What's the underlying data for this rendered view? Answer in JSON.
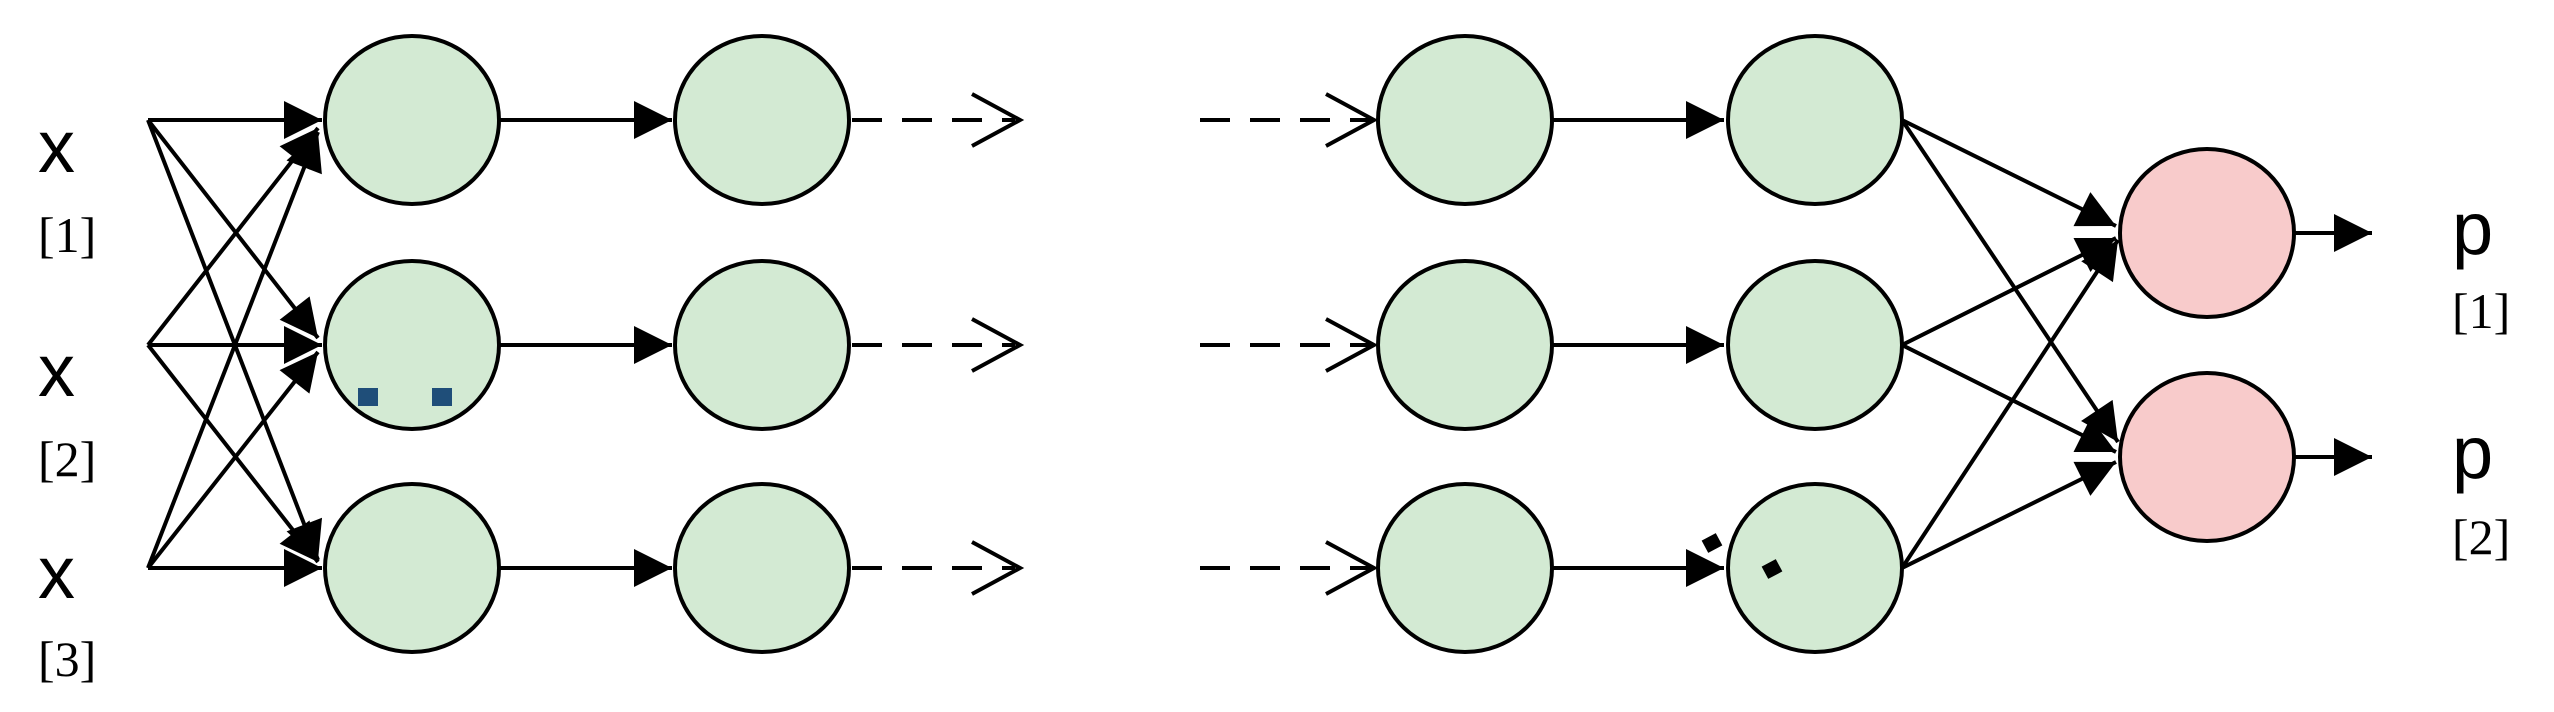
{
  "inputs": [
    {
      "symbol": "x",
      "index": "[1]"
    },
    {
      "symbol": "x",
      "index": "[2]"
    },
    {
      "symbol": "x",
      "index": "[3]"
    }
  ],
  "outputs": [
    {
      "symbol": "p",
      "index": "[1]"
    },
    {
      "symbol": "p",
      "index": "[2]"
    }
  ],
  "colors": {
    "hidden_node": "#d3ead3",
    "output_node": "#f8cbcb",
    "stroke": "#000000",
    "marker": "#1f4e79"
  }
}
